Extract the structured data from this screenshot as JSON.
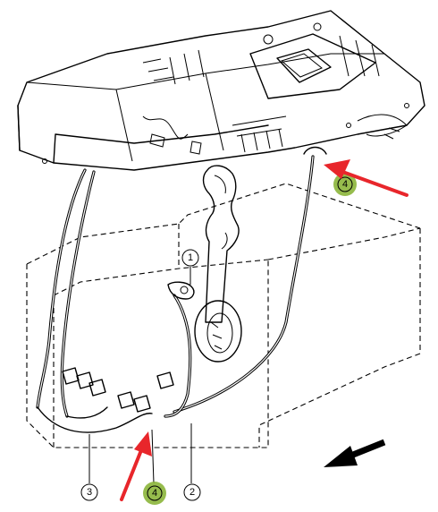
{
  "callouts": {
    "c1": "1",
    "c2": "2",
    "c3": "3",
    "c4_top": "4",
    "c4_bottom": "4"
  },
  "colors": {
    "highlight": "#8bb53a",
    "arrow": "#e8262b",
    "line": "#000000"
  },
  "icons": [
    "direction-arrow-icon",
    "pointer-arrow-icon"
  ]
}
